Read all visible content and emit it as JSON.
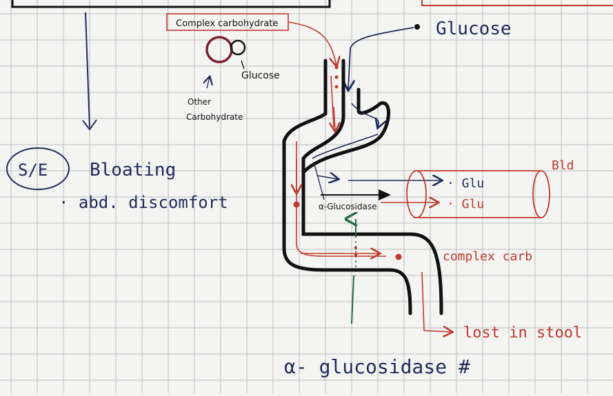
{
  "labels": {
    "complex_carbohydrate": "Complex carbohydrate",
    "glucose_small": "Glucose",
    "other_carbohydrate_line1": "Other",
    "other_carbohydrate_line2": "Carbohydrate",
    "glucose_big": "Glucose",
    "se": "S/E",
    "bloating": "Bloating",
    "abd_discomfort": "· abd. discomfort",
    "bld": "Bld",
    "glu1": "· Glu",
    "glu2": "· Glu",
    "enzyme_in_gut": "α-Glucosidase",
    "complex_carb": "complex carb",
    "lost_in_stool": "lost in stool",
    "bottom_caption": "α- glucosidase #"
  },
  "colors": {
    "paper": "#f4f4f2",
    "grid": "#bdbdbd",
    "ink_black": "#111111",
    "ink_blue": "#1f2a5c",
    "ink_red": "#c0392b",
    "ink_dark_red": "#7a1f2b",
    "ink_green": "#1e6b3a"
  }
}
